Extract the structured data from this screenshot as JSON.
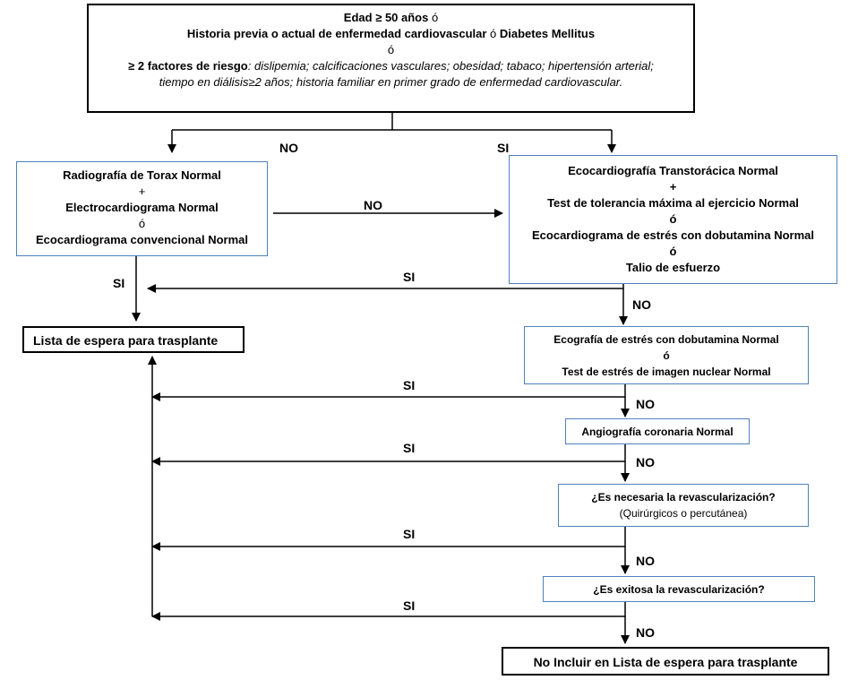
{
  "top_box": {
    "line1_bold": "Edad ≥ 50 años",
    "line1_tail": " ó",
    "line2_bold": "Historia previa o actual de enfermedad cardiovascular",
    "line2_mid": " ó ",
    "line2_bold2": "Diabetes Mellitus",
    "line3": "ó",
    "line4_bold": "≥ 2 factores de riesgo",
    "line4_italic": ": dislipemia; calcificaciones vasculares; obesidad; tabaco; hipertensión arterial;",
    "line5_italic": "tiempo en diálisis≥2 años; historia familiar en primer grado de enfermedad cardiovascular."
  },
  "left_box": {
    "line1": "Radiografía de Torax Normal",
    "line2": "+",
    "line3": "Electrocardiograma Normal",
    "line4": "ó",
    "line5": "Ecocardiograma convencional Normal"
  },
  "right_box": {
    "line1": "Ecocardiografía Transtorácica Normal",
    "line2": "+",
    "line3": "Test de tolerancia máxima al ejercicio Normal",
    "line4": "ó",
    "line5": "Ecocardiograma de estrés con dobutamina Normal",
    "line6": "ó",
    "line7": "Talio de esfuerzo"
  },
  "waitlist_box": "Lista de espera para trasplante",
  "stress_box": {
    "line1": "Ecografía de estrés con dobutamina Normal",
    "line2": "ó",
    "line3": "Test de estrés de imagen nuclear Normal"
  },
  "angio_box": "Angiografía coronaria Normal",
  "revasc_box": {
    "line1": "¿Es necesaria la revascularización?",
    "line2": "(Quirúrgicos o percutánea)"
  },
  "success_box": "¿Es exitosa  la revascularización?",
  "exclude_box": "No Incluir en Lista de espera para trasplante",
  "labels": {
    "top_no": "NO",
    "top_si": "SI",
    "mid_no": "NO",
    "left_si": "SI",
    "right_si": "SI",
    "right_no": "NO",
    "stress_si": "SI",
    "stress_no": "NO",
    "angio_si": "SI",
    "angio_no": "NO",
    "revasc_si": "SI",
    "revasc_no": "NO",
    "success_si": "SI",
    "success_no": "NO"
  }
}
